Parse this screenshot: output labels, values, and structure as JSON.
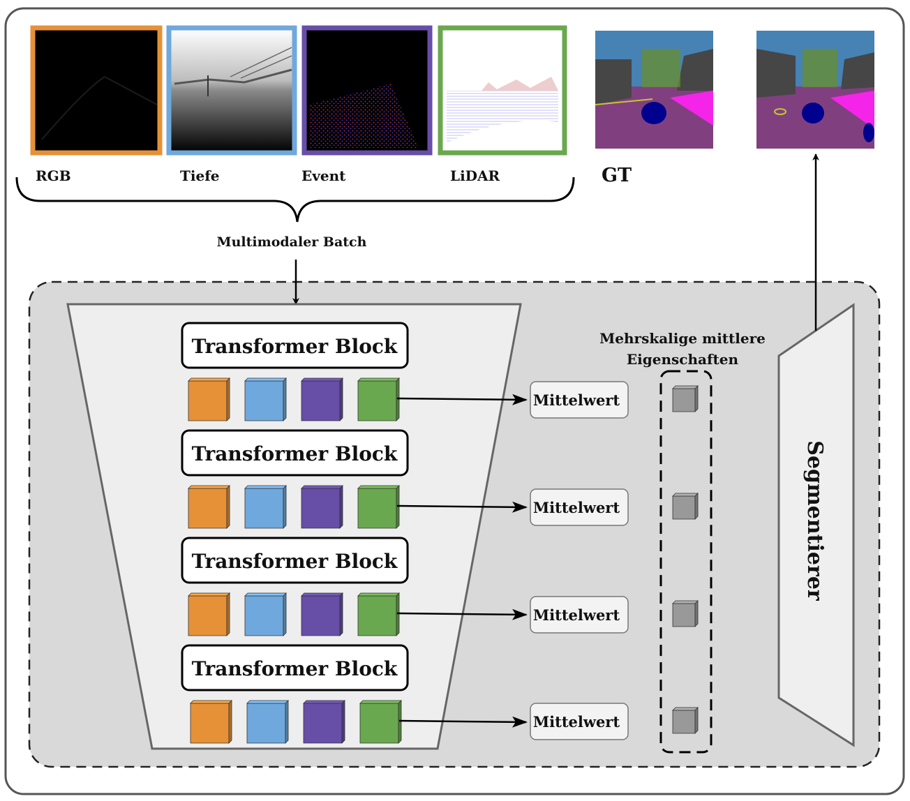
{
  "modalities": [
    {
      "label": "RGB",
      "color": "#E69138"
    },
    {
      "label": "Tiefe",
      "color": "#6FA8DC"
    },
    {
      "label": "Event",
      "color": "#674EA7"
    },
    {
      "label": "LiDAR",
      "color": "#6AA84F"
    }
  ],
  "gt_label": "GT",
  "batch_label": "Multimodaler Batch",
  "blocks": [
    {
      "label": "Transformer Block",
      "mean_label": "Mittelwert"
    },
    {
      "label": "Transformer Block",
      "mean_label": "Mittelwert"
    },
    {
      "label": "Transformer Block",
      "mean_label": "Mittelwert"
    },
    {
      "label": "Transformer Block",
      "mean_label": "Mittelwert"
    }
  ],
  "features_title_line1": "Mehrskalige mittlere",
  "features_title_line2": "Eigenschaften",
  "segmenter_label": "Segmentierer",
  "colors": {
    "rgb": "#E69138",
    "depth": "#6FA8DC",
    "event": "#674EA7",
    "lidar": "#6AA84F",
    "feature": "#999999",
    "segmentation_sky": "#4682B4",
    "segmentation_road": "#80407F",
    "segmentation_sidewalk": "#F425E9",
    "segmentation_building": "#464646",
    "segmentation_car": "#00008E"
  }
}
